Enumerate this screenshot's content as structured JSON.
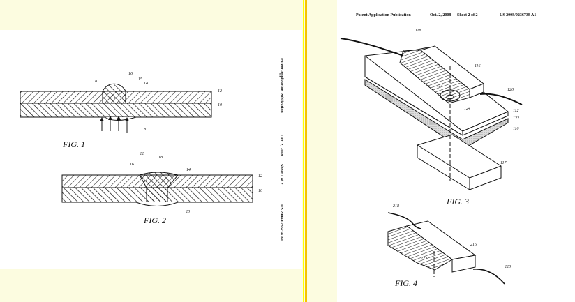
{
  "left_page": {
    "header": {
      "title": "Patent Application Publication",
      "date": "Oct. 2, 2008",
      "sheet": "Sheet 1 of 2",
      "number": "US 2008/0236738 A1"
    },
    "fig1": {
      "caption": "FIG. 1",
      "labels": [
        "16",
        "18",
        "15",
        "14",
        "12",
        "10",
        "20"
      ]
    },
    "fig2": {
      "caption": "FIG. 2",
      "labels": [
        "22",
        "16",
        "18",
        "14",
        "12",
        "10",
        "20"
      ]
    }
  },
  "right_page": {
    "header": {
      "title": "Patent Application Publication",
      "date": "Oct. 2, 2008",
      "sheet": "Sheet 2 of 2",
      "number": "US 2008/0236738 A1"
    },
    "fig3": {
      "caption": "FIG. 3",
      "labels": [
        "118",
        "116",
        "114",
        "120",
        "124",
        "112",
        "122",
        "110",
        "117"
      ]
    },
    "fig4": {
      "caption": "FIG. 4",
      "labels": [
        "218",
        "216",
        "222",
        "220"
      ]
    }
  }
}
